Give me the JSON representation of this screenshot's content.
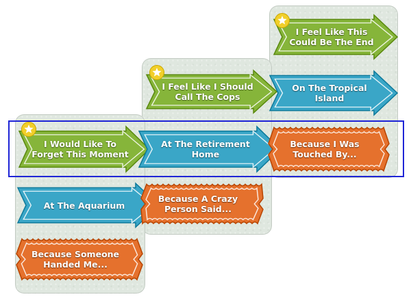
{
  "colors": {
    "what": "#86b53a",
    "where": "#3aa6c7",
    "why": "#e5712d",
    "star": "#f1cf2a",
    "selection": "#1e24d6"
  },
  "tiles": {
    "feel_like_end": "I Feel Like This\nCould Be The End",
    "should_call_cops": "I Feel Like I Should\nCall The Cops",
    "tropical_island": "On The Tropical\nIsland",
    "forget_moment": "I Would Like To\nForget This Moment",
    "retirement_home": "At The Retirement\nHome",
    "touched_by": "Because I Was\nTouched By...",
    "aquarium": "At The Aquarium",
    "crazy_person": "Because A Crazy\nPerson Said...",
    "someone_handed": "Because Someone\nHanded Me..."
  },
  "icons": {
    "star": "star-icon"
  }
}
